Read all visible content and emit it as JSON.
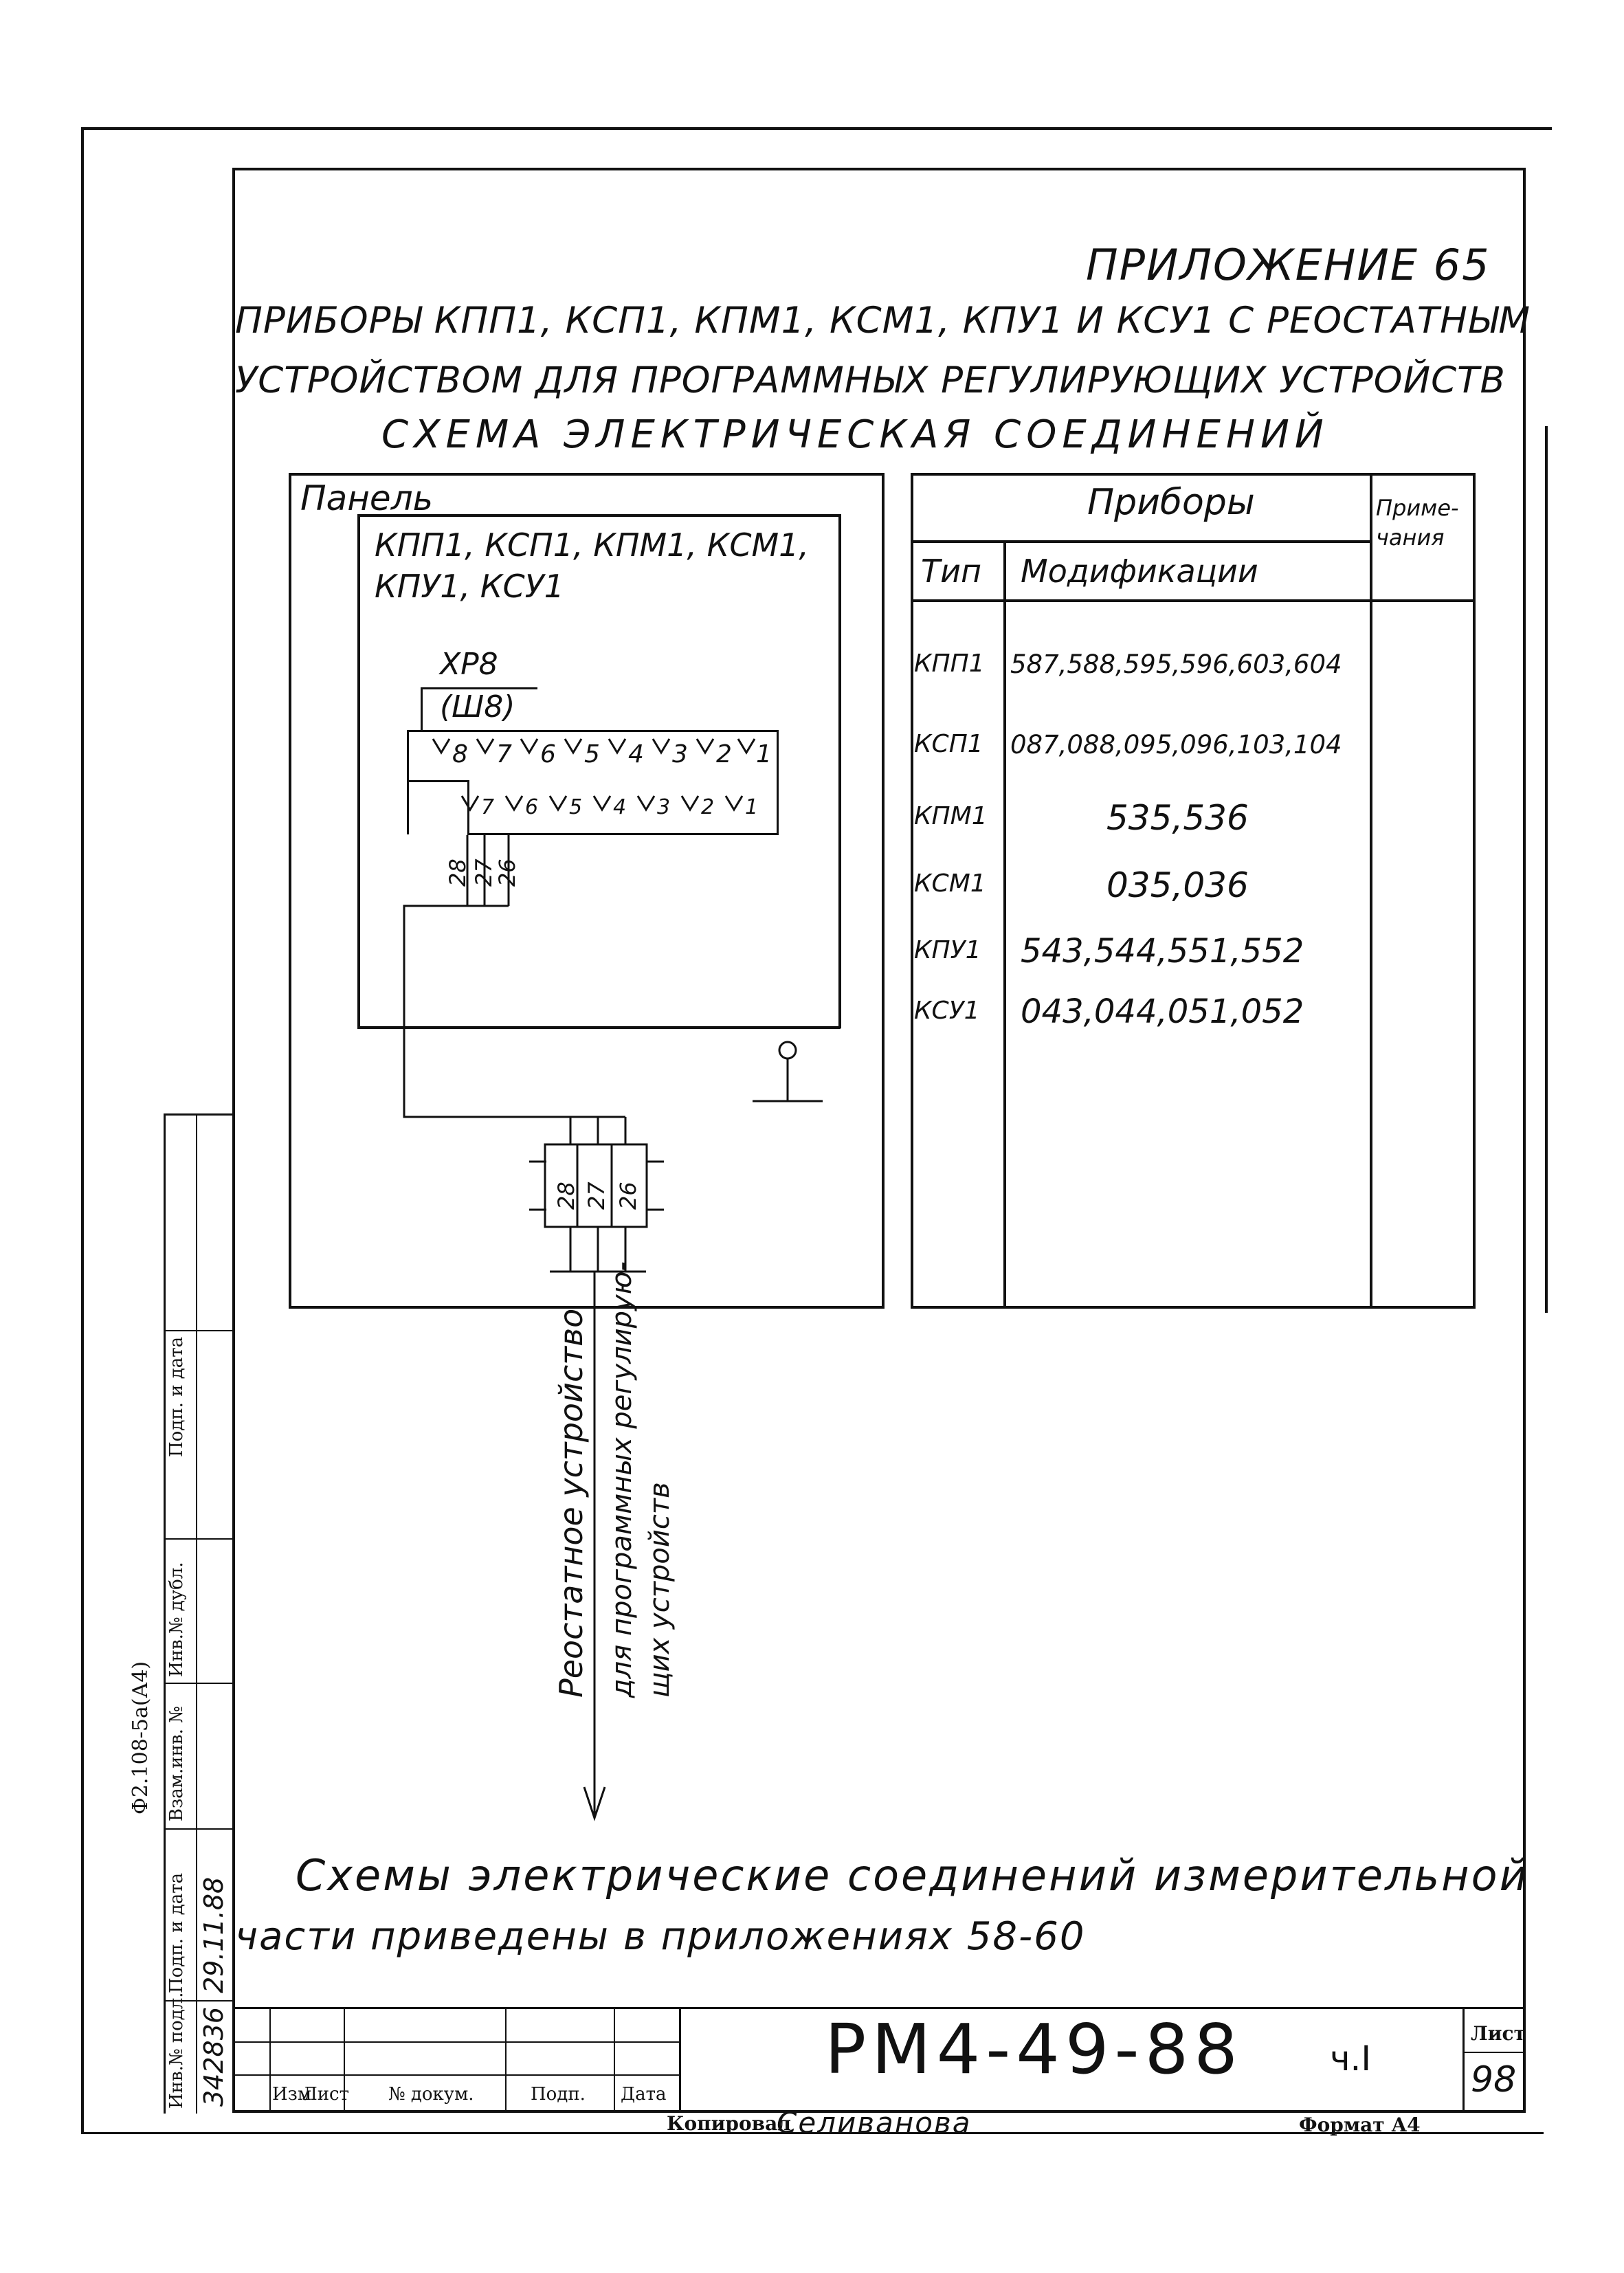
{
  "header": {
    "appendix": "ПРИЛОЖЕНИЕ 65",
    "title_line1": "ПРИБОРЫ КПП1, КСП1, КПМ1, КСМ1, КПУ1 И КСУ1 С РЕОСТАТНЫМ",
    "title_line2": "УСТРОЙСТВОМ ДЛЯ ПРОГРАММНЫХ РЕГУЛИРУЮЩИХ УСТРОЙСТВ",
    "title_line3": "СХЕМА ЭЛЕКТРИЧЕСКАЯ СОЕДИНЕНИЙ"
  },
  "diagram": {
    "panel_label": "Панель",
    "device_line1": "КПП1, КСП1, КПМ1, КСМ1,",
    "device_line2": "КПУ1, КСУ1",
    "connector_top": "ХР8",
    "connector_sub": "(Ш8)",
    "pins_top": [
      "8",
      "7",
      "6",
      "5",
      "4",
      "3",
      "2",
      "1"
    ],
    "pins_bottom": [
      "7",
      "6",
      "5",
      "4",
      "3",
      "2",
      "1"
    ],
    "wires": [
      "28",
      "27",
      "26"
    ],
    "terminal_wires": [
      "28",
      "27",
      "26"
    ],
    "output_line1": "Реостатное устройство",
    "output_line2": "для программных регулирую-",
    "output_line3": "щих устройств"
  },
  "table": {
    "header_group": "Приборы",
    "header_notes": "Приме- чания",
    "col_type": "Тип",
    "col_mods": "Модификации",
    "rows": [
      {
        "type": "КПП1",
        "mods": "587,588,595,596,603,604"
      },
      {
        "type": "КСП1",
        "mods": "087,088,095,096,103,104"
      },
      {
        "type": "КПМ1",
        "mods": "535,536"
      },
      {
        "type": "КСМ1",
        "mods": "035,036"
      },
      {
        "type": "КПУ1",
        "mods": "543,544,551,552"
      },
      {
        "type": "КСУ1",
        "mods": "043,044,051,052"
      }
    ]
  },
  "footnote": {
    "line1": "Схемы электрические соединений измерительной",
    "line2": "части приведены в приложениях 58-60"
  },
  "title_block": {
    "doc_number": "РМ4-49-88",
    "part": "ч.I",
    "sheet_label": "Лист",
    "sheet_number": "98",
    "col_izm": "Изм",
    "col_list": "Лист",
    "col_doc": "№ докум.",
    "col_sign": "Подп.",
    "col_date": "Дата",
    "copied_label": "Копировал",
    "copied_by": "Селиванова",
    "format_label": "Формат А4"
  },
  "side_stamp": {
    "form_code": "Ф2.108-5а(А4)",
    "inv_podl": "Инв.№ подл.",
    "podp_data": "Подп. и дата",
    "vzam_inv": "Взам.инв. №",
    "inv_dubl": "Инв.№ дубл.",
    "podp_data2": "Подп. и дата",
    "inv_value": "342836",
    "sign_date": "29.11.88"
  }
}
